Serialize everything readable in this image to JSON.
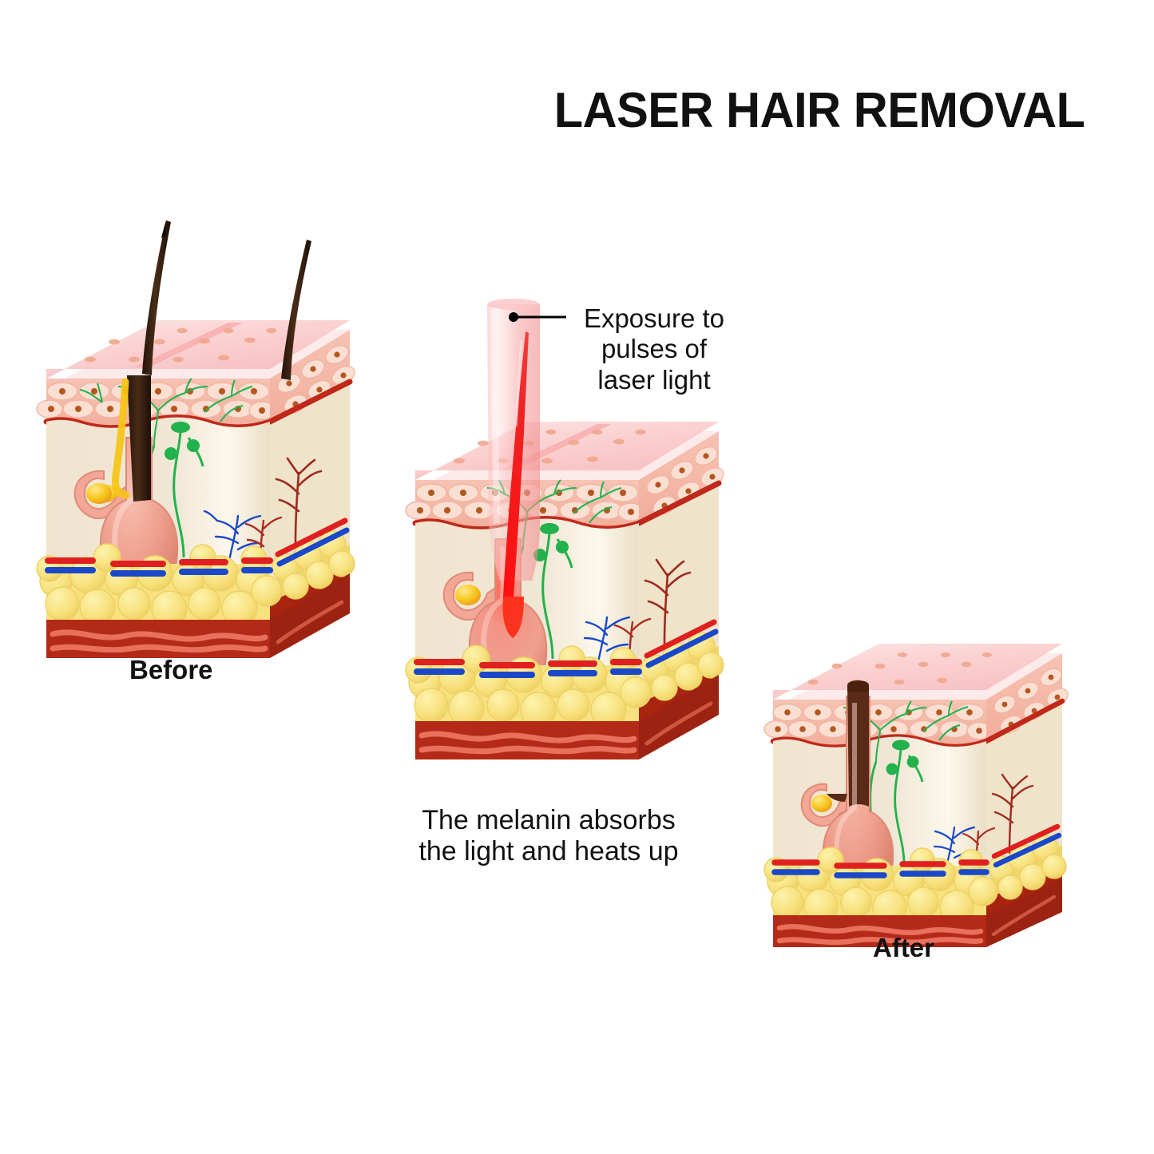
{
  "title": "LASER HAIR REMOVAL",
  "captions": {
    "before": "Before",
    "after": "After"
  },
  "annotations": {
    "laser": {
      "line1": "Exposure to",
      "line2": "pulses of",
      "line3": "laser light"
    },
    "melanin": {
      "line1": "The melanin absorbs",
      "line2": "the light and heats up"
    }
  },
  "colors": {
    "background": "#ffffff",
    "title_text": "#111111",
    "skin_top": "#fbd2d2",
    "skin_top_light": "#fde4e4",
    "skin_top_edge": "#f5b8b8",
    "epidermis_cell": "#fadfd2",
    "epidermis_nucleus": "#b5561f",
    "epidermis_band": "#f3b3a2",
    "basal_line": "#c0281a",
    "dermis": "#f0e6d2",
    "dermis_light": "#fbf6ea",
    "fat_globule": "#f8e27f",
    "fat_highlight": "#fdf0a8",
    "muscle": "#b42a18",
    "muscle_fiber": "#e8705c",
    "artery": "#e02020",
    "vein": "#1a48c8",
    "nerve": "#22b14c",
    "hair_shaft": "#3b2213",
    "follicle": "#f0a08e",
    "follicle_dark": "#d9745f",
    "sebaceous": "#f5c518",
    "laser_beam": "#f6a0a0",
    "laser_core": "#ee1111"
  },
  "scene": {
    "panels": [
      {
        "name": "before",
        "label": "Before",
        "hairs_above_skin": 2,
        "laser_on": false
      },
      {
        "name": "laser",
        "label": "",
        "hairs_above_skin": 0,
        "laser_on": true
      },
      {
        "name": "after",
        "label": "After",
        "hairs_above_skin": 0,
        "laser_on": false
      }
    ],
    "layers": [
      "epidermis",
      "dermis",
      "subcutaneous fat",
      "muscle"
    ],
    "features": [
      "hair shaft",
      "hair follicle",
      "sebaceous gland",
      "nerve endings",
      "artery",
      "vein",
      "fat globules"
    ]
  }
}
